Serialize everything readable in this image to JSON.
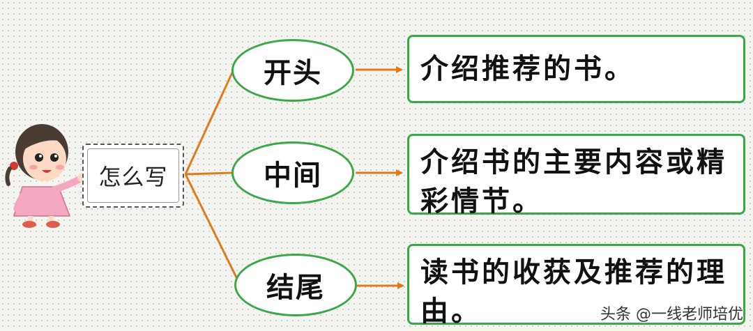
{
  "center": {
    "label": "怎么写"
  },
  "branches": [
    {
      "label": "开头",
      "content": "介绍推荐的书。"
    },
    {
      "label": "中间",
      "content": "介绍书的主要内容或精彩情节。"
    },
    {
      "label": "结尾",
      "content": "读书的收获及推荐的理由。"
    }
  ],
  "watermark": {
    "text": "头条 @一线老师培优"
  },
  "colors": {
    "accent_green": "#39a845",
    "connector_orange": "#e07a1c"
  },
  "icons": {
    "illustration": "cartoon-girl"
  }
}
